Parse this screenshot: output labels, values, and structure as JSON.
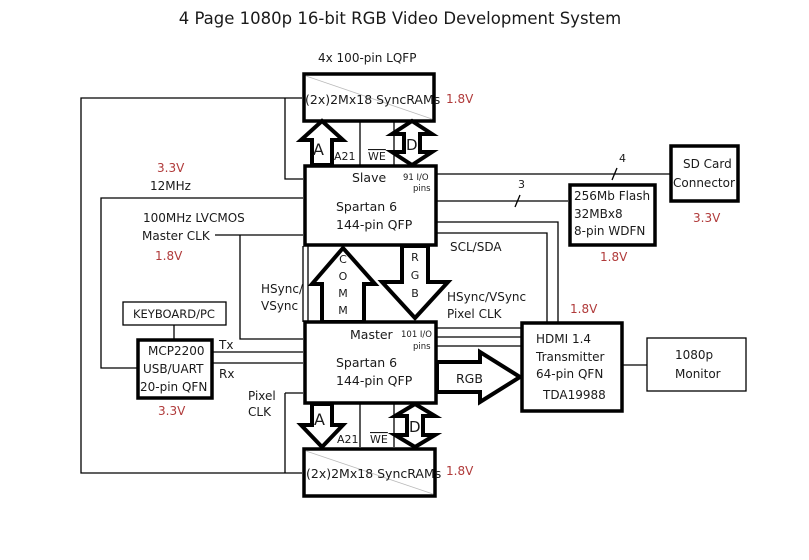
{
  "title": "4 Page 1080p 16-bit RGB Video Development System",
  "top_ram": {
    "package": "4x 100-pin LQFP",
    "label": "(2x)2Mx18 SyncRAMs",
    "voltage": "1.8V"
  },
  "bottom_ram": {
    "label": "(2x)2Mx18 SyncRAMs",
    "voltage": "1.8V"
  },
  "top_bus": {
    "addr_arrow": "A",
    "a21": "A21",
    "we": "WE",
    "data_arrow": "D"
  },
  "bottom_bus": {
    "addr_arrow": "A",
    "a21": "A21",
    "we": "WE",
    "data_arrow": "D"
  },
  "slave_fpga": {
    "role": "Slave",
    "io": "91 I/O",
    "io2": "pins",
    "line1": "Spartan 6",
    "line2": "144-pin QFP"
  },
  "master_fpga": {
    "role": "Master",
    "io": "101 I/O",
    "io2": "pins",
    "line1": "Spartan 6",
    "line2": "144-pin QFP"
  },
  "comm_arrow": [
    "C",
    "O",
    "M",
    "M"
  ],
  "rgb_down_arrow": [
    "R",
    "G",
    "B"
  ],
  "rgb_right_arrow": "RGB",
  "flash": {
    "line1": "256Mb Flash",
    "line2": "32MBx8",
    "line3": "8-pin WDFN",
    "voltage": "1.8V",
    "bus_width": "3"
  },
  "sd_card": {
    "line1": "SD Card",
    "line2": "Connector",
    "voltage": "3.3V",
    "bus_width": "4"
  },
  "hdmi": {
    "line1": "HDMI 1.4",
    "line2": "Transmitter",
    "line3": "64-pin QFN",
    "line4": "TDA19988",
    "voltage": "1.8V"
  },
  "monitor": {
    "line1": "1080p",
    "line2": "Monitor"
  },
  "usb_uart": {
    "line1": "MCP2200",
    "line2": "USB/UART",
    "line3": "20-pin QFN",
    "voltage": "3.3V"
  },
  "keyboard": "KEYBOARD/PC",
  "labels": {
    "v33_top": "3.3V",
    "mhz12": "12MHz",
    "clk_line1": "100MHz LVCMOS",
    "clk_line2": "Master CLK",
    "v18_clk": "1.8V",
    "hsync_vsync_1": "HSync/",
    "hsync_vsync_2": "VSync",
    "scl_sda": "SCL/SDA",
    "hv_sync": "HSync/VSync",
    "pixel_clk": "Pixel CLK",
    "tx": "Tx",
    "rx": "Rx",
    "pixel_clk_a": "Pixel",
    "pixel_clk_b": "CLK"
  }
}
